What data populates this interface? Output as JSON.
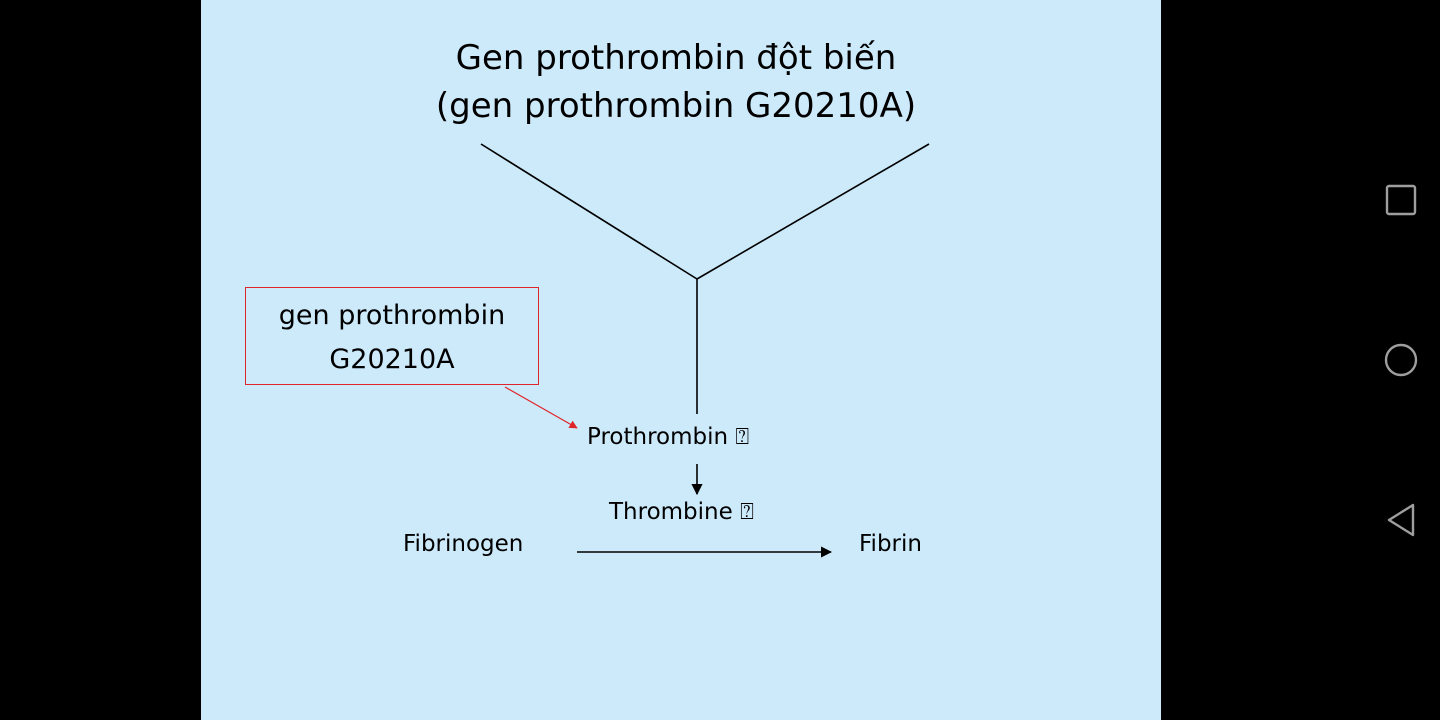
{
  "slide": {
    "background_color": "#cdeafb",
    "title_line1": "Gen prothrombin đột biến",
    "title_line2": "(gen prothrombin G20210A)",
    "mutation_box": {
      "line1": "gen prothrombin",
      "line2": "G20210A",
      "border_color": "#e0252a"
    },
    "labels": {
      "prothrombin": "Prothrombin ⍰",
      "thrombine": "Thrombine ⍰",
      "fibrinogen": "Fibrinogen",
      "fibrin": "Fibrin"
    }
  },
  "navbar": {
    "buttons": [
      {
        "icon": "square-recents-icon"
      },
      {
        "icon": "circle-home-icon"
      },
      {
        "icon": "triangle-back-icon"
      }
    ]
  }
}
